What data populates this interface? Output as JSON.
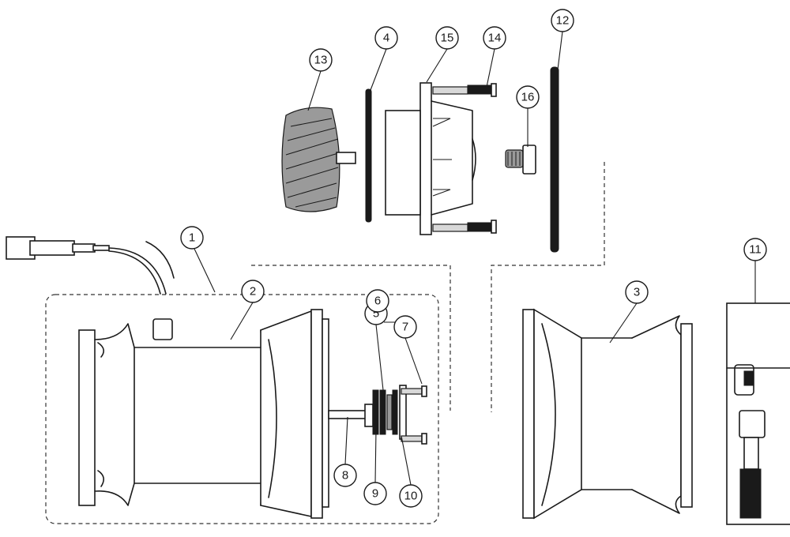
{
  "callouts": [
    {
      "id": "callout-1",
      "label": "1"
    },
    {
      "id": "callout-2",
      "label": "2"
    },
    {
      "id": "callout-3",
      "label": "3"
    },
    {
      "id": "callout-4",
      "label": "4"
    },
    {
      "id": "callout-5",
      "label": "5"
    },
    {
      "id": "callout-6",
      "label": "6"
    },
    {
      "id": "callout-7",
      "label": "7"
    },
    {
      "id": "callout-8",
      "label": "8"
    },
    {
      "id": "callout-9",
      "label": "9"
    },
    {
      "id": "callout-10",
      "label": "10"
    },
    {
      "id": "callout-11",
      "label": "11"
    },
    {
      "id": "callout-12",
      "label": "12"
    },
    {
      "id": "callout-13",
      "label": "13"
    },
    {
      "id": "callout-14",
      "label": "14"
    },
    {
      "id": "callout-15",
      "label": "15"
    },
    {
      "id": "callout-16",
      "label": "16"
    }
  ]
}
